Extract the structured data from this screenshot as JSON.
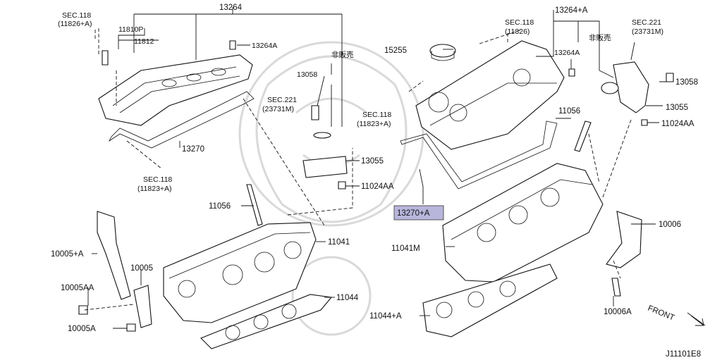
{
  "diagram_id": "J11101E8",
  "front_label": "FRONT",
  "colors": {
    "highlight_fill": "#b9b6dc",
    "highlight_stroke": "#555"
  },
  "labels": {
    "sec118_11826a": [
      "SEC.118",
      "(11826+A)"
    ],
    "p11810p": "11810P",
    "p11812": "11812",
    "p13264_left": "13264",
    "p13264a_left": "13264A",
    "not_for_sale_left": "非販売",
    "p13058_left": "13058",
    "sec221_left": [
      "SEC.221",
      "(23731M)"
    ],
    "p13270": "13270",
    "sec118_11823a_left": [
      "SEC.118",
      "(11823+A)"
    ],
    "p13055_left": "13055",
    "p11024aa_left": "11024AA",
    "p11056_left": "11056",
    "p11041": "11041",
    "p10005a": "10005+A",
    "p10005": "10005",
    "p10005aa": "10005AA",
    "p11044": "11044",
    "p10005a2": "10005A",
    "p15255": "15255",
    "sec118_11826": [
      "SEC.118",
      "(11826)"
    ],
    "p13264a_top": "13264+A",
    "p13264a_right": "13264A",
    "sec221_right": [
      "SEC.221",
      "(23731M)"
    ],
    "not_for_sale_right": "非販売",
    "p13058_right": "13058",
    "sec118_11823a_right": [
      "SEC.118",
      "(11823+A)"
    ],
    "p11056_right": "11056",
    "p13055_right": "13055",
    "p11024aa_right": "11024AA",
    "p13270a": "13270+A",
    "p11041m": "11041M",
    "p10006": "10006",
    "p11044a": "11044+A",
    "p10006a": "10006A"
  }
}
